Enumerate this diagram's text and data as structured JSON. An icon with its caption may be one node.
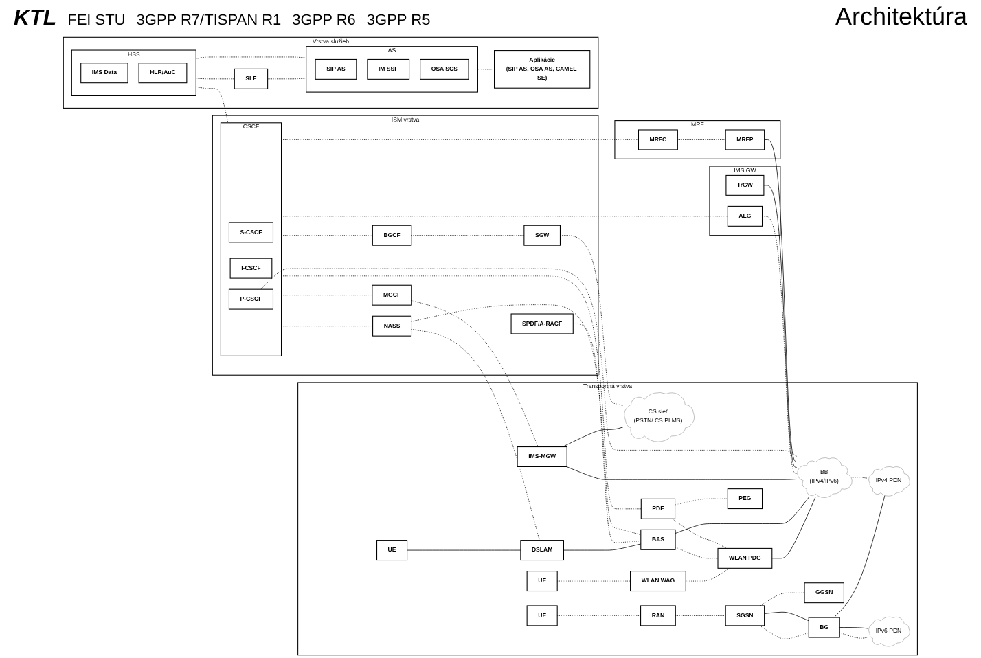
{
  "diagram": {
    "title": "Architektúra",
    "nodes": [
      {
        "text": [
          "Vrstva služieb"
        ]
      },
      {
        "text": [
          "HSS"
        ],
        "in": 0
      },
      {
        "text": [
          "IMS Data"
        ],
        "in": 1
      },
      {
        "text": [
          "HLR/AuC"
        ],
        "in": 1
      },
      {
        "text": [
          "SLF"
        ],
        "in": 0
      },
      {
        "text": [
          "AS"
        ],
        "in": 0
      },
      {
        "text": [
          "SIP AS"
        ],
        "in": 5
      },
      {
        "text": [
          "IM SSF"
        ],
        "in": 5
      },
      {
        "text": [
          "OSA SCS"
        ],
        "in": 5
      },
      {
        "text": [
          "Aplikácie",
          "(SIP AS, OSA AS, CAMEL SE)"
        ],
        "in": 0
      },
      {
        "text": [
          "ISM vrstva"
        ]
      },
      {
        "text": [
          "CSCF"
        ],
        "in": 10
      },
      {
        "text": [
          "S-CSCF"
        ],
        "in": 11
      },
      {
        "text": [
          "I-CSCF"
        ],
        "in": 11
      },
      {
        "text": [
          "P-CSCF"
        ],
        "in": 11
      },
      {
        "text": [
          "BGCF"
        ],
        "in": 10
      },
      {
        "text": [
          "MGCF"
        ],
        "in": 10
      },
      {
        "text": [
          "SGW"
        ],
        "in": 10
      },
      {
        "text": [
          "NASS"
        ],
        "in": 10
      },
      {
        "text": [
          "SPDF/A-RACF"
        ],
        "in": 10
      },
      {
        "text": [
          "MRF"
        ]
      },
      {
        "text": [
          "MRFC"
        ],
        "in": 20
      },
      {
        "text": [
          "MRFP"
        ],
        "in": 20
      },
      {
        "text": [
          "IMS GW"
        ]
      },
      {
        "text": [
          "ALG"
        ],
        "in": 23
      },
      {
        "text": [
          "TrGW"
        ],
        "in": 23
      },
      {
        "text": [
          "Transportná vrstva"
        ]
      },
      {
        "text": [
          "UE"
        ],
        "in": 26
      },
      {
        "text": [
          "DSLAM"
        ],
        "in": 26
      },
      {
        "text": [
          "BAS"
        ],
        "in": 26
      },
      {
        "text": [
          "PDF"
        ],
        "in": 26
      },
      {
        "text": [
          "UE"
        ],
        "in": 26
      },
      {
        "text": [
          "WLAN WAG"
        ],
        "in": 26
      },
      {
        "text": [
          "WLAN PDG"
        ],
        "in": 26
      },
      {
        "text": [
          "UE"
        ],
        "in": 26
      },
      {
        "text": [
          "RAN"
        ],
        "in": 26
      },
      {
        "text": [
          "SGSN"
        ],
        "in": 26
      },
      {
        "text": [
          "GGSN"
        ],
        "in": 26
      },
      {
        "text": [
          "PEG"
        ],
        "in": 26
      },
      {
        "text": [
          "IMS-MGW"
        ],
        "in": 26
      },
      {
        "text": [
          "CS sieť",
          "(PSTN/ CS PLMS)"
        ],
        "in": 26
      },
      {
        "text": [
          "BB",
          "(IPv4/IPv6)"
        ],
        "in": 26
      },
      {
        "text": [
          "BG"
        ],
        "in": 26
      },
      {
        "text": [
          "IPv4 PDN"
        ],
        "in": 26
      },
      {
        "text": [
          "IPv6 PDN"
        ],
        "in": 26
      }
    ],
    "edges": [
      {
        "from": 1,
        "to": 5,
        "arrow": "none",
        "style": "dashed"
      },
      {
        "from": 1,
        "to": 4,
        "arrow": "none",
        "style": "dashed"
      },
      {
        "from": 4,
        "to": 5,
        "arrow": "none",
        "style": "dashed"
      },
      {
        "from": 5,
        "to": 9,
        "arrow": "none",
        "style": "dashed"
      },
      {
        "from": 1,
        "to": 11,
        "arrow": "none",
        "style": "dashed"
      },
      {
        "from": 11,
        "to": 15,
        "arrow": "none",
        "style": "dashed"
      },
      {
        "from": 11,
        "to": 16,
        "arrow": "none",
        "style": "dashed"
      },
      {
        "from": 15,
        "to": 17,
        "arrow": "none",
        "style": "dashed"
      },
      {
        "from": 17,
        "to": 40,
        "arrow": "none",
        "style": "dashed"
      },
      {
        "from": 16,
        "to": 39,
        "arrow": "none",
        "style": "dashed"
      },
      {
        "from": 39,
        "to": 40,
        "arrow": "none"
      },
      {
        "from": 11,
        "to": 18,
        "arrow": "none",
        "style": "dashed"
      },
      {
        "from": 11,
        "to": 30,
        "arrow": "none",
        "style": "dashed"
      },
      {
        "from": 14,
        "to": 41,
        "arrow": "none",
        "style": "dashed"
      },
      {
        "from": 11,
        "to": 21,
        "arrow": "none",
        "style": "dashed"
      },
      {
        "from": 11,
        "to": 24,
        "arrow": "none",
        "style": "dashed"
      },
      {
        "from": 21,
        "to": 22,
        "arrow": "none",
        "style": "dashed"
      },
      {
        "from": 22,
        "to": 41,
        "arrow": "none"
      },
      {
        "from": 25,
        "to": 41,
        "arrow": "none"
      },
      {
        "from": 24,
        "to": 41,
        "arrow": "none",
        "style": "dashed"
      },
      {
        "from": 39,
        "to": 41,
        "arrow": "none"
      },
      {
        "from": 18,
        "to": 28,
        "arrow": "none",
        "style": "dashed"
      },
      {
        "from": 18,
        "to": 29,
        "arrow": "none",
        "style": "dashed"
      },
      {
        "from": 19,
        "to": 29,
        "arrow": "none",
        "style": "dashed"
      },
      {
        "from": 30,
        "to": 33,
        "arrow": "none",
        "style": "dashed"
      },
      {
        "from": 30,
        "to": 38,
        "arrow": "none",
        "style": "dashed"
      },
      {
        "from": 29,
        "to": 33,
        "arrow": "none",
        "style": "dashed"
      },
      {
        "from": 27,
        "to": 28,
        "arrow": "none"
      },
      {
        "from": 28,
        "to": 29,
        "arrow": "none"
      },
      {
        "from": 29,
        "to": 41,
        "arrow": "none"
      },
      {
        "from": 31,
        "to": 32,
        "arrow": "none",
        "style": "dashed"
      },
      {
        "from": 32,
        "to": 33,
        "arrow": "none",
        "style": "dashed"
      },
      {
        "from": 33,
        "to": 41,
        "arrow": "none"
      },
      {
        "from": 34,
        "to": 35,
        "arrow": "none",
        "style": "dashed"
      },
      {
        "from": 35,
        "to": 36,
        "arrow": "none",
        "style": "dashed"
      },
      {
        "from": 36,
        "to": 37,
        "arrow": "none",
        "style": "dashed"
      },
      {
        "from": 36,
        "to": 42,
        "arrow": "none"
      },
      {
        "from": 36,
        "to": 42,
        "arrow": "none",
        "style": "dashed"
      },
      {
        "from": 41,
        "to": 43,
        "arrow": "none",
        "style": "dashed"
      },
      {
        "from": 42,
        "to": 43,
        "arrow": "none"
      },
      {
        "from": 42,
        "to": 44,
        "arrow": "none"
      },
      {
        "from": 42,
        "to": 44,
        "arrow": "none",
        "style": "dashed"
      }
    ],
    "labels": [
      "KTL",
      "FEI STU",
      "3GPP R7/TISPAN R1",
      "3GPP R6",
      "3GPP R5"
    ]
  }
}
